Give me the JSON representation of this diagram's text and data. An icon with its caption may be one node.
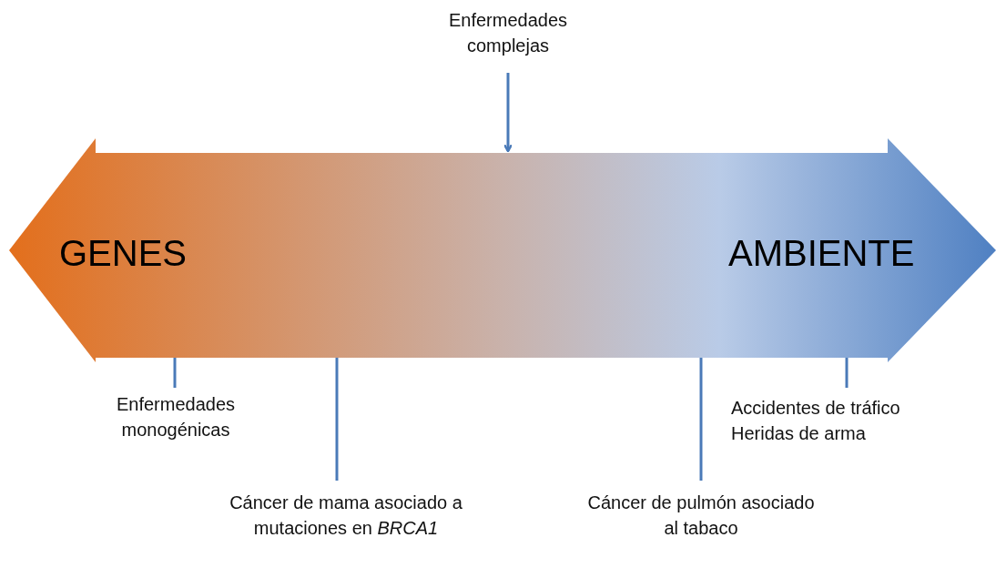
{
  "diagram": {
    "nodes": [
      {
        "text": [
          "GENES",
          "AMBIENTE"
        ]
      },
      {
        "text": [
          "Enfermedades complejas"
        ]
      },
      {
        "text": [
          "Enfermedades monogénicas"
        ]
      },
      {
        "text": [
          "Cáncer de mama asociado a mutaciones en *BRCA1*"
        ]
      },
      {
        "text": [
          "Cáncer de pulmón asociado al tabaco"
        ]
      },
      {
        "text": [
          "Accidentes de tráfico",
          "Heridas de arma"
        ]
      }
    ],
    "edges": [
      {
        "from": 1,
        "to": 0,
        "arrow": "to"
      },
      {
        "from": 2,
        "to": 0,
        "arrow": "none"
      },
      {
        "from": 3,
        "to": 0,
        "arrow": "none"
      },
      {
        "from": 4,
        "to": 0,
        "arrow": "none"
      },
      {
        "from": 5,
        "to": 0,
        "arrow": "none"
      }
    ]
  }
}
